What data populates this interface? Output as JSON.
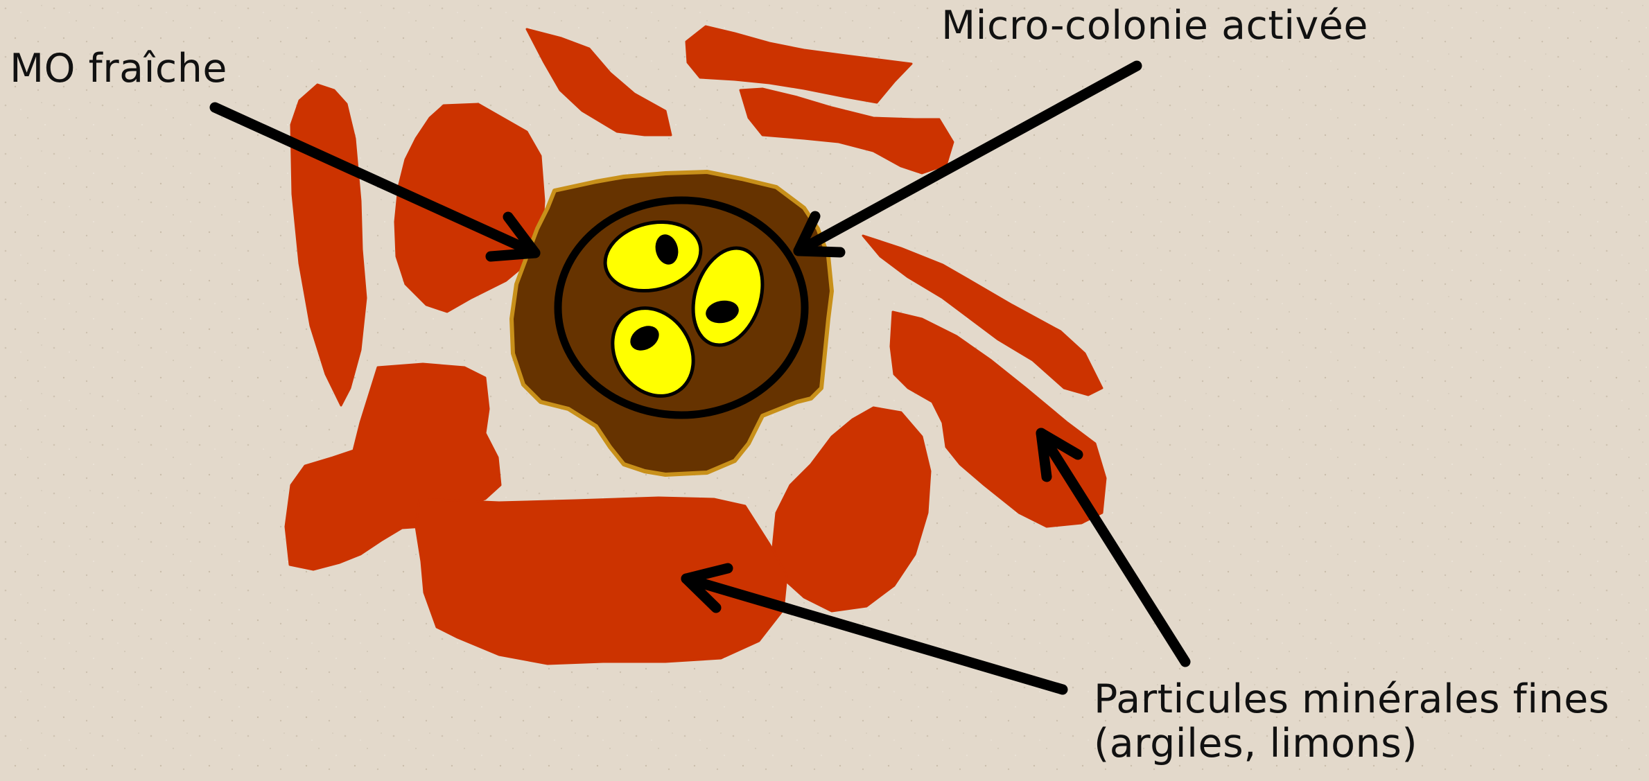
{
  "labels": {
    "fresh_om": "MO fraîche",
    "micro_colony": "Micro-colonie activée",
    "particles_line1": "Particules minérales fines",
    "particles_line2": "(argiles, limons)"
  },
  "colors": {
    "background": "#e3d9cb",
    "mineral_particle": "#cc3300",
    "organic_matter": "#663300",
    "organic_matter_outline": "#c8901a",
    "bacteria_cell": "#ffff00",
    "outline": "#000000",
    "arrow": "#000000",
    "text": "#111111"
  }
}
